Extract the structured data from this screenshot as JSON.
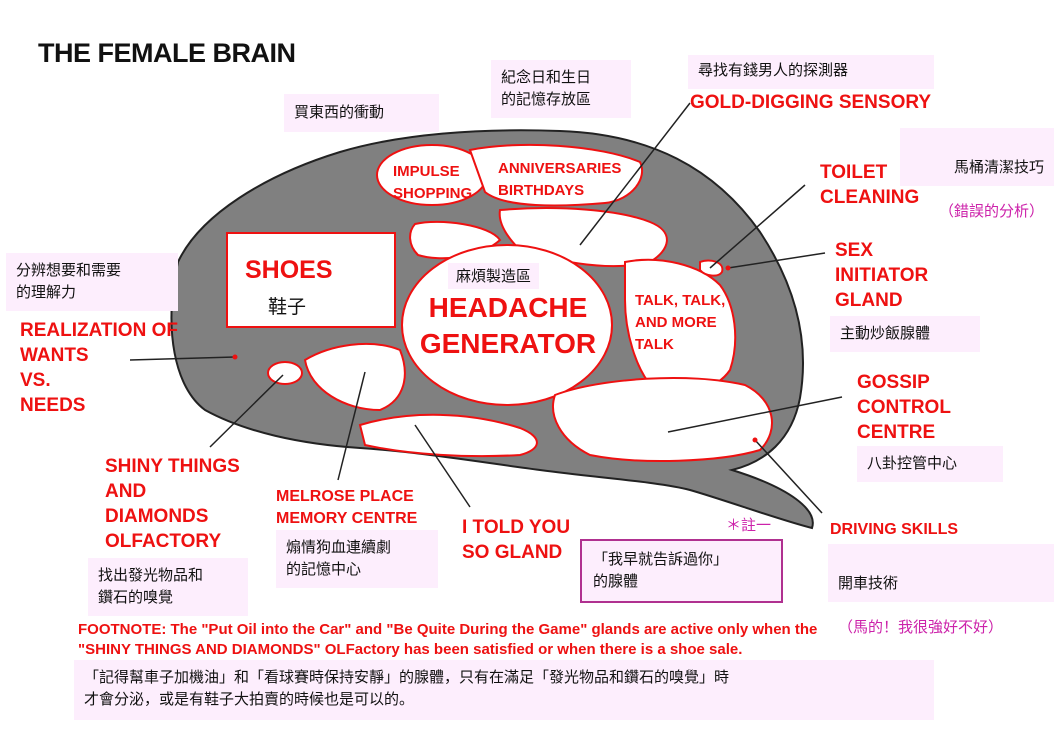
{
  "title": "THE FEMALE BRAIN",
  "inner_labels": {
    "impulse": "IMPULSE\nSHOPPING",
    "anniversaries": "ANNIVERSARIES\nBIRTHDAYS",
    "shoes_en": "SHOES",
    "shoes_zh": "鞋子",
    "headache_zh": "麻煩製造區",
    "headache_en": "HEADACHE\nGENERATOR",
    "talk": "TALK, TALK,\nAND MORE\nTALK"
  },
  "outer_labels": {
    "gold": "GOLD-DIGGING SENSORY",
    "toilet": "TOILET\nCLEANING",
    "sex": "SEX\nINITIATOR\nGLAND",
    "gossip": "GOSSIP\nCONTROL\nCENTRE",
    "driving": "DRIVING SKILLS",
    "told": "I TOLD YOU\nSO GLAND",
    "melrose": "MELROSE PLACE\nMEMORY CENTRE",
    "shiny": "SHINY THINGS\nAND\nDIAMONDS\nOLFACTORY",
    "realization": "REALIZATION OF\nWANTS\nVS.\nNEEDS"
  },
  "notes": {
    "impulse_zh": "買東西的衝動",
    "anniv_zh": "紀念日和生日\n的記憶存放區",
    "gold_zh": "尋找有錢男人的探測器",
    "toilet_zh": "馬桶清潔技巧",
    "toilet_zh2": "（錯誤的分析）",
    "realization_zh": "分辨想要和需要\n的理解力",
    "sex_zh": "主動炒飯腺體",
    "gossip_zh": "八卦控管中心",
    "driving_zh": "開車技術",
    "driving_zh2": "（馬的！我很強好不好）",
    "told_zh": "「我早就告訴過你」\n的腺體",
    "melrose_zh": "煽情狗血連續劇\n的記憶中心",
    "shiny_zh": "找出發光物品和\n鑽石的嗅覺",
    "footnote_marker": "＊註一"
  },
  "footnote_en": "FOOTNOTE:  The \"Put Oil into the Car\" and \"Be Quite During the Game\" glands are active only when the\n\"SHINY THINGS AND DIAMONDS\" OLFactory has been satisfied or when there is a shoe sale.",
  "footnote_zh": "「記得幫車子加機油」和「看球賽時保持安靜」的腺體，只有在滿足「發光物品和鑽石的嗅覺」時\n才會分泌，或是有鞋子大拍賣的時候也是可以的。",
  "colors": {
    "brain": "#808080",
    "red": "#ee1111",
    "note_bg": "#fdeefd",
    "accent": "#cc22aa"
  }
}
